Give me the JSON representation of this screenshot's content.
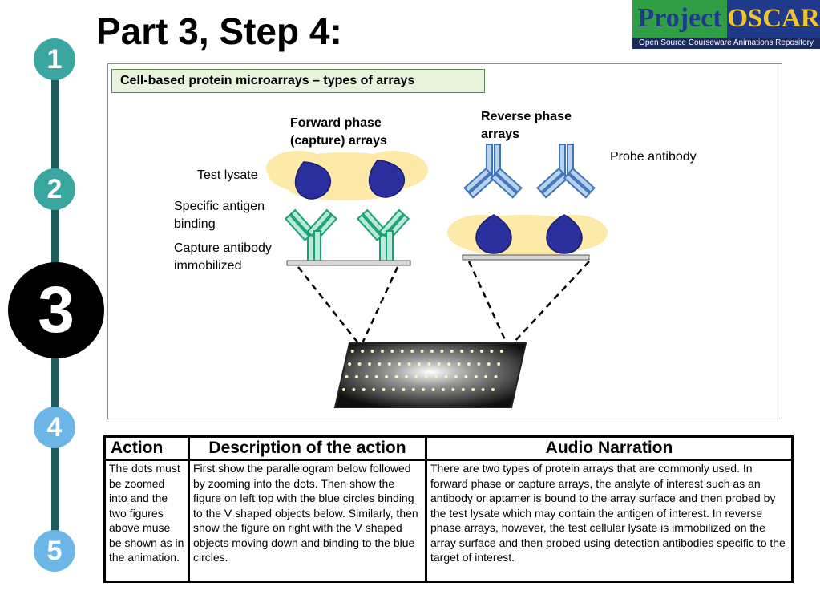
{
  "page": {
    "title": "Part 3, Step 4:",
    "logo": {
      "word1": "Project",
      "word2": "OSCAR",
      "tagline": "Open Source Courseware Animations Repository"
    },
    "steps": [
      "1",
      "2",
      "3",
      "4",
      "5"
    ],
    "current_step": "3"
  },
  "panel": {
    "title": "Cell-based protein microarrays – types of arrays",
    "forward_heading": [
      "Forward phase",
      "(capture) arrays"
    ],
    "reverse_heading": [
      "Reverse phase",
      "arrays"
    ],
    "probe_antibody": "Probe antibody",
    "test_lysate": "Test lysate",
    "specific_antigen": [
      "Specific antigen",
      "binding"
    ],
    "capture_antibody": [
      "Capture antibody",
      "immobilized"
    ]
  },
  "colors": {
    "antigen": "#2b2f9e",
    "lysate": "#fde9a8",
    "capture_antibody": "#2fb08a",
    "probe_antibody": "#5b8ec7",
    "step_active": "#000000",
    "step_done": "#3aa6a0",
    "step_next": "#6cb6e8"
  },
  "table": {
    "headers": [
      "Action",
      "Description of the action",
      "Audio Narration"
    ],
    "action": "The dots must be zoomed into and the two figures above muse be shown as in the animation.",
    "description": "First show the parallelogram below followed by zooming into the dots. Then show the figure on left top with the blue circles binding to the V shaped objects below. Similarly, then show the figure on right with the V shaped objects moving down and binding to the blue circles.",
    "narration": "There are two types of protein arrays that are commonly used. In forward phase or capture arrays, the analyte of interest such as an antibody or aptamer is bound to the array surface and then probed by the test lysate which may contain the antigen of interest. In reverse phase arrays, however, the test cellular lysate is immobilized on the array surface and then probed using detection antibodies specific to the target of interest."
  }
}
